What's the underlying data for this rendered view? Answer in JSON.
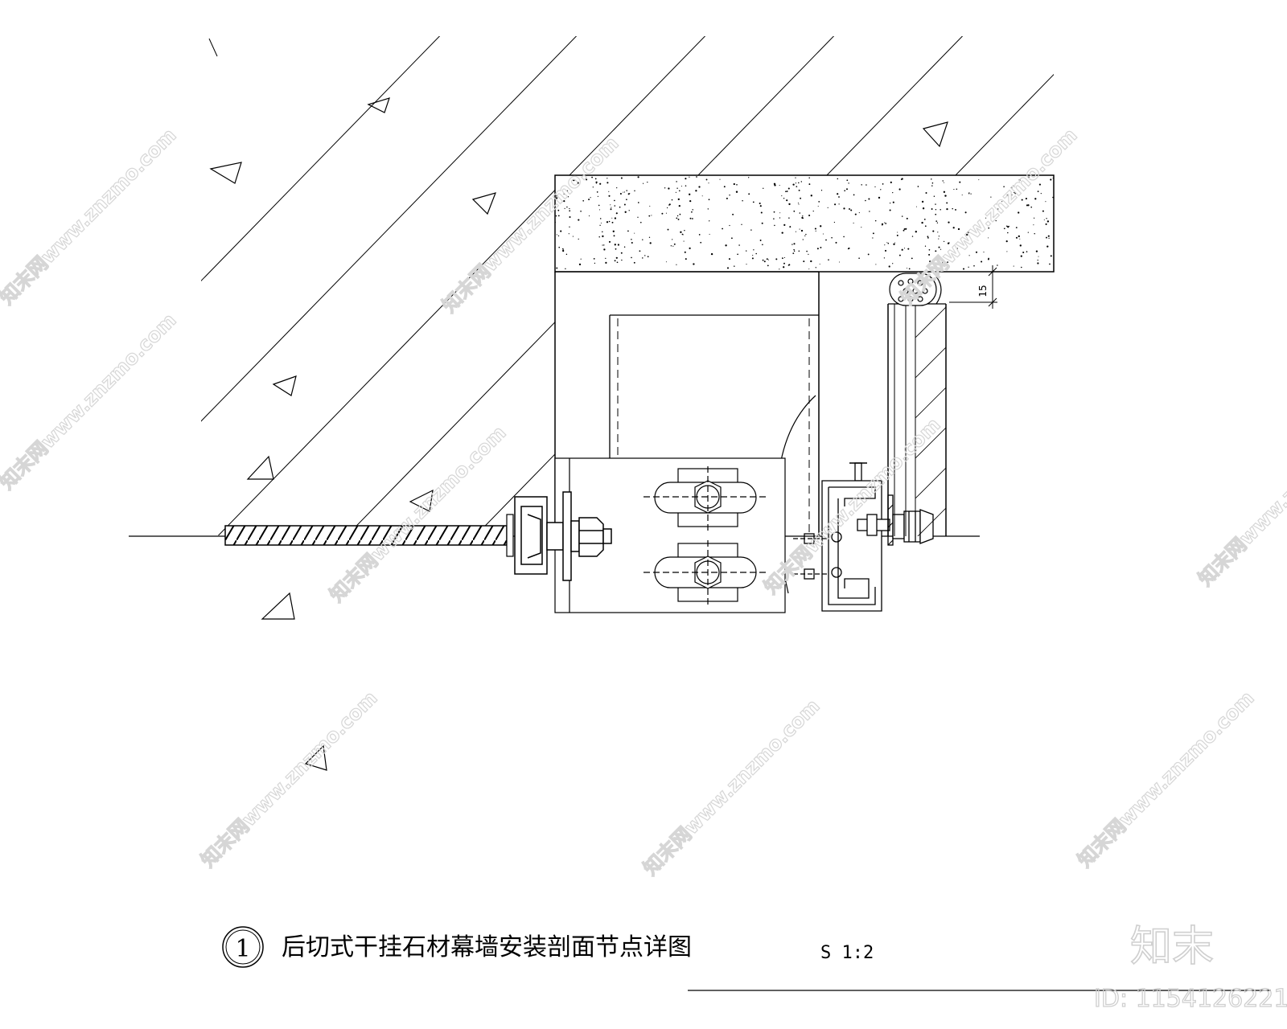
{
  "title": {
    "number": "1",
    "text": "后切式干挂石材幕墙安装剖面节点详图",
    "scale": "S 1:2"
  },
  "dimension": {
    "label": "15"
  },
  "watermark": {
    "text": "知末网www.znzmo.com",
    "brand": "知末",
    "id_label": "ID: 1154126221"
  }
}
